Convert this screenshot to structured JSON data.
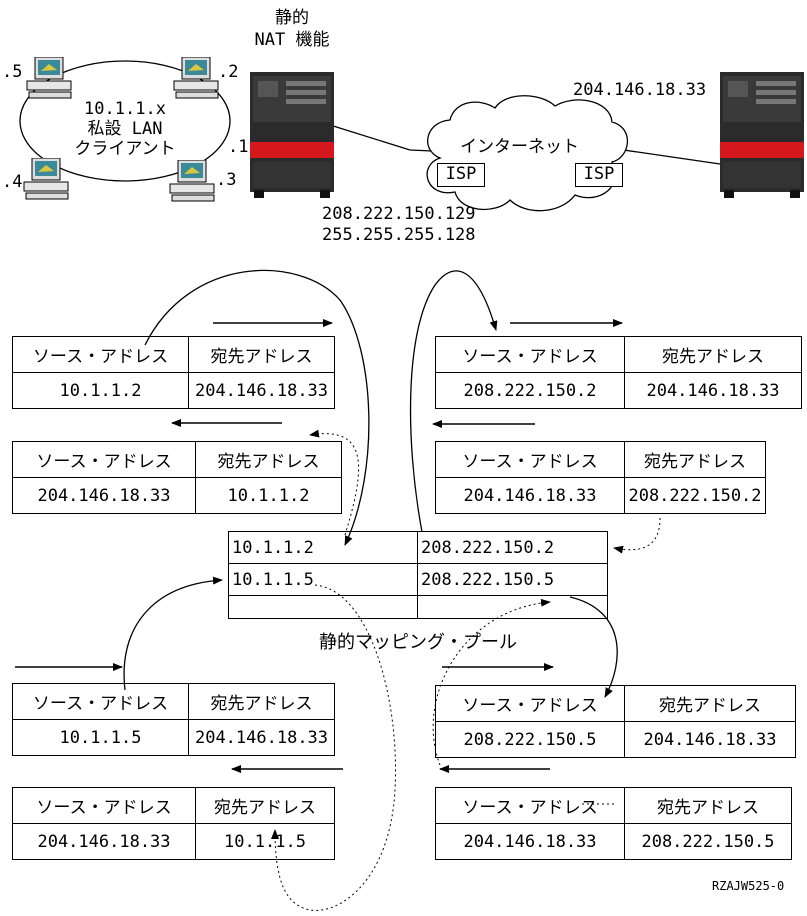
{
  "top": {
    "nat_label_1": "静的",
    "nat_label_2": "NAT 機能",
    "lan_label_1": "10.1.1.x",
    "lan_label_2": "私設 LAN",
    "lan_label_3": "クライアント",
    "client_5": ".5",
    "client_2": ".2",
    "client_4": ".4",
    "client_3": ".3",
    "router_1": ".1",
    "internet": "インターネット",
    "isp_left": "ISP",
    "isp_right": "ISP",
    "remote_ip": "204.146.18.33",
    "nat_ip": "208.222.150.129",
    "nat_mask": "255.255.255.128"
  },
  "headers": {
    "source": "ソース・アドレス",
    "dest": "宛先アドレス"
  },
  "tables": {
    "t1": {
      "src": "10.1.1.2",
      "dst": "204.146.18.33"
    },
    "t2": {
      "src": "204.146.18.33",
      "dst": "10.1.1.2"
    },
    "t3": {
      "src": "208.222.150.2",
      "dst": "204.146.18.33"
    },
    "t4": {
      "src": "204.146.18.33",
      "dst": "208.222.150.2"
    },
    "t5": {
      "src": "10.1.1.5",
      "dst": "204.146.18.33"
    },
    "t6": {
      "src": "204.146.18.33",
      "dst": "10.1.1.5"
    },
    "t7": {
      "src": "208.222.150.5",
      "dst": "204.146.18.33"
    },
    "t8": {
      "src": "204.146.18.33",
      "dst": "208.222.150.5"
    }
  },
  "mapping": {
    "row1": {
      "private": "10.1.1.2",
      "public": "208.222.150.2"
    },
    "row2": {
      "private": "10.1.1.5",
      "public": "208.222.150.5"
    },
    "row3": {
      "private": "",
      "public": ""
    },
    "caption": "静的マッピング・プール"
  },
  "figure_id": "RZAJW525-0"
}
